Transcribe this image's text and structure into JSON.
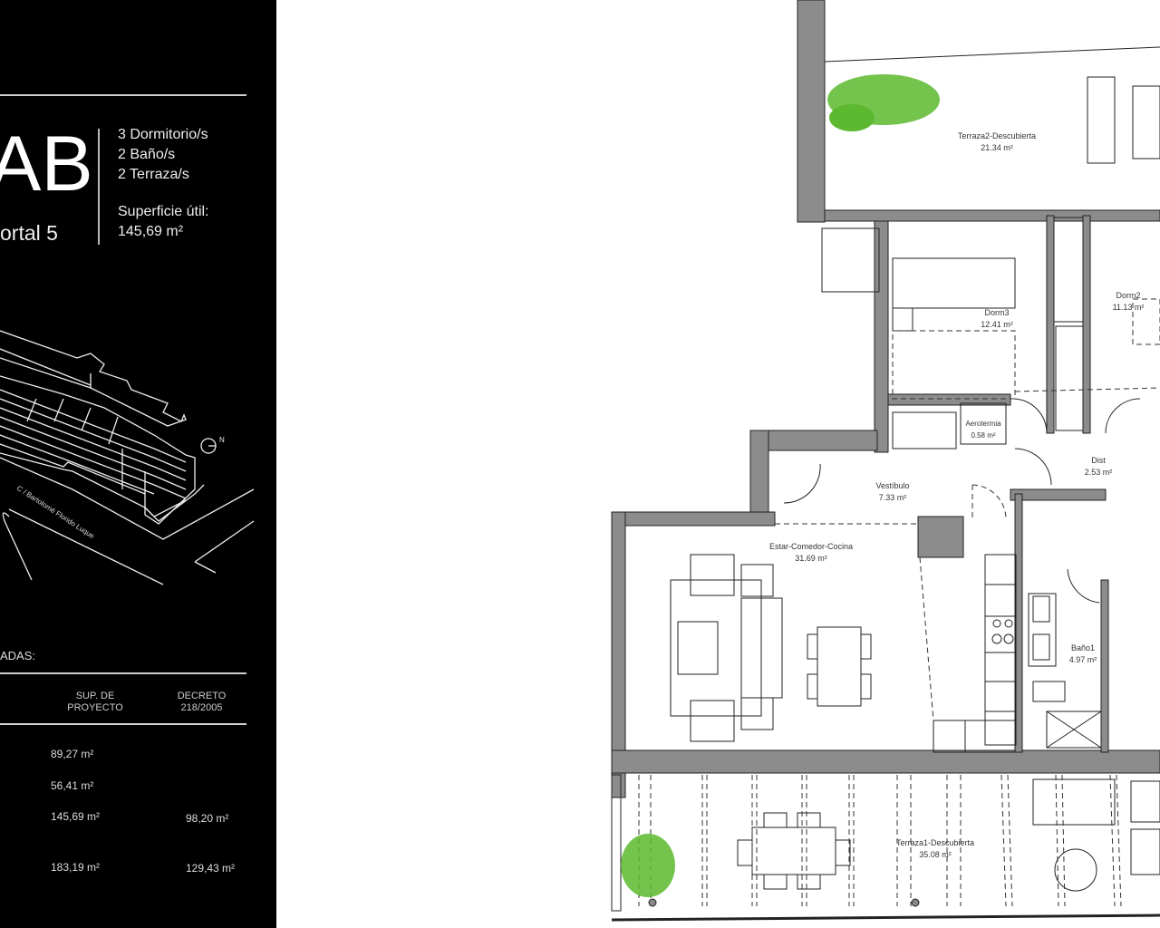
{
  "panel": {
    "unit_code": "AB",
    "portal": "ortal 5",
    "features": [
      "3 Dormitorio/s",
      "2 Baño/s",
      "2 Terraza/s"
    ],
    "surface_label": "Superficie útil:",
    "surface_value": "145,69 m²",
    "street_label": "C / Bartolomé Florido Luque",
    "north_label": "N",
    "table_title": "ADAS:",
    "table_headers": [
      "SUP. DE\nPROYECTO",
      "DECRETO\n218/2005"
    ],
    "table_rows": [
      {
        "proyecto": "89,27  m²",
        "decreto": ""
      },
      {
        "proyecto": "56,41 m²",
        "decreto": ""
      },
      {
        "proyecto": "145,69 m²",
        "decreto": "98,20 m²"
      },
      {
        "proyecto": "183,19 m²",
        "decreto": "129,43 m²"
      }
    ]
  },
  "rooms": [
    {
      "name": "Terraza2-Descubierta",
      "area": "21.34 m²"
    },
    {
      "name": "Dorm3",
      "area": "12.41 m²"
    },
    {
      "name": "Dorm2",
      "area": "11.13 m²"
    },
    {
      "name": "Aerotermia",
      "area": "0.58 m²"
    },
    {
      "name": "Dist",
      "area": "2.53 m²"
    },
    {
      "name": "Vestíbulo",
      "area": "7.33 m²"
    },
    {
      "name": "Estar-Comedor-Cocina",
      "area": "31.69 m²"
    },
    {
      "name": "Baño1",
      "area": "4.97 m²"
    },
    {
      "name": "Terraza1-Descubierta",
      "area": "35.08 m²"
    }
  ],
  "colors": {
    "panel_bg": "#000000",
    "wall": "#8c8c8c",
    "plant": "#5cb82e"
  }
}
